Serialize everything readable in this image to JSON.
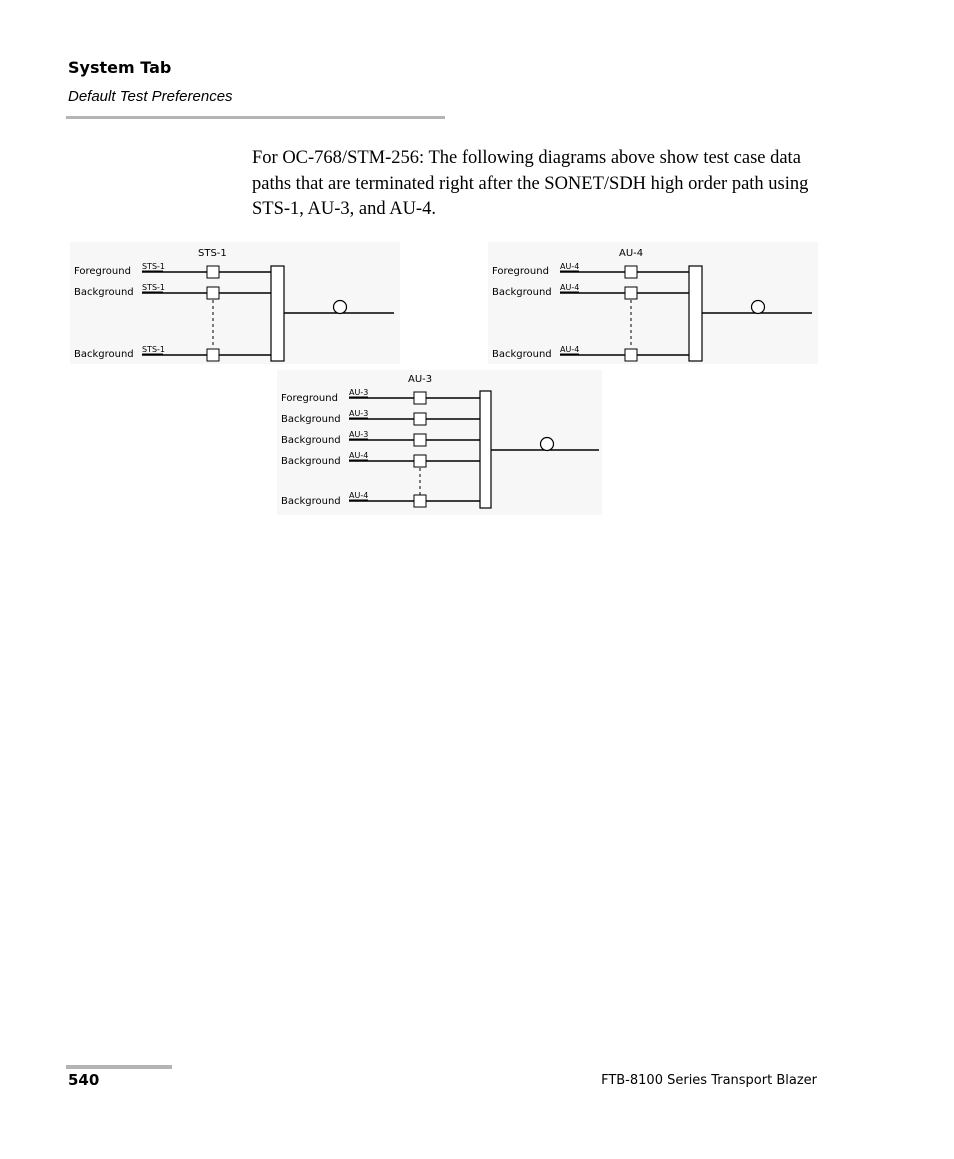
{
  "header": {
    "section": "System Tab",
    "subsection": "Default Test Preferences"
  },
  "body": {
    "paragraph": "For OC-768/STM-256: The following diagrams above show test case data paths that are terminated right after the SONET/SDH high order path using STS-1, AU-3, and AU-4."
  },
  "diagrams": {
    "sts1": {
      "title": "STS-1",
      "rows": [
        {
          "label": "Foreground",
          "tag": "STS-1"
        },
        {
          "label": "Background",
          "tag": "STS-1"
        },
        {
          "label": "Background",
          "tag": "STS-1"
        }
      ]
    },
    "au4": {
      "title": "AU-4",
      "rows": [
        {
          "label": "Foreground",
          "tag": "AU-4"
        },
        {
          "label": "Background",
          "tag": "AU-4"
        },
        {
          "label": "Background",
          "tag": "AU-4"
        }
      ]
    },
    "au3": {
      "title": "AU-3",
      "rows": [
        {
          "label": "Foreground",
          "tag": "AU-3"
        },
        {
          "label": "Background",
          "tag": "AU-3"
        },
        {
          "label": "Background",
          "tag": "AU-3"
        },
        {
          "label": "Background",
          "tag": "AU-4"
        },
        {
          "label": "Background",
          "tag": "AU-4"
        }
      ]
    }
  },
  "footer": {
    "page_number": "540",
    "product": "FTB-8100 Series Transport Blazer"
  }
}
